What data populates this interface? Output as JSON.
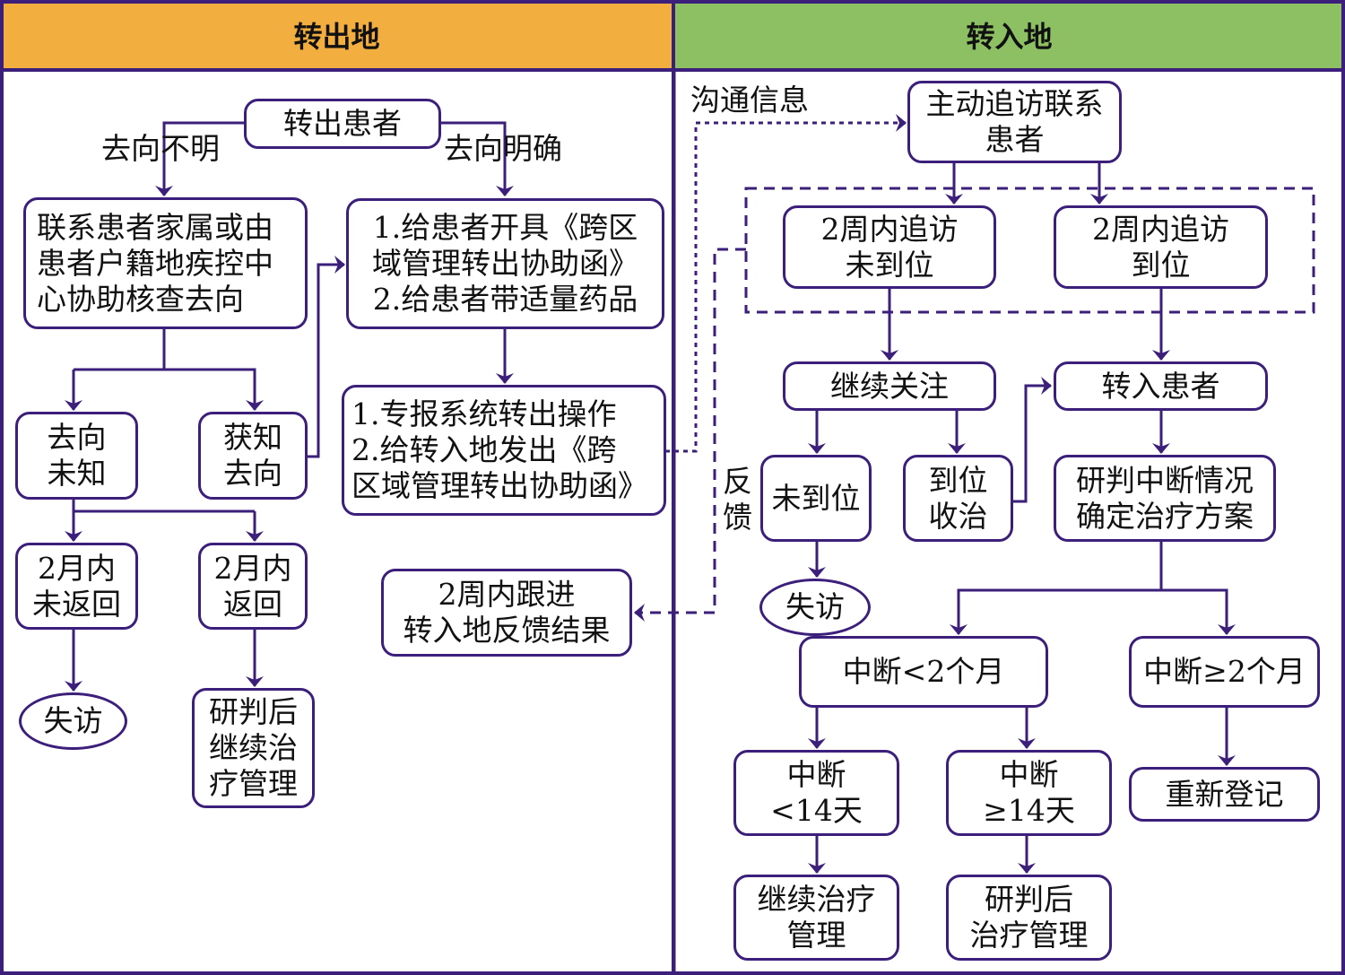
{
  "columns": {
    "left": {
      "title": "转出地",
      "color": "#f2ae3f"
    },
    "right": {
      "title": "转入地",
      "color": "#8cc063"
    }
  },
  "colors": {
    "line": "#3b1f7a",
    "border": "#3b1f7a"
  },
  "left": {
    "transfer_out_patient": "转出患者",
    "branch_unknown": "去向不明",
    "branch_known": "去向明确",
    "contact_family": "联系患者家属或由\n患者户籍地疾控中\n心协助核查去向",
    "issue_letter": "1.给患者开具《跨区\n域管理转出协助函》\n2.给患者带适量药品",
    "whereabouts_unknown": "去向\n未知",
    "whereabouts_found": "获知\n去向",
    "system_transfer": "1.专报系统转出操作\n2.给转入地发出《跨\n区域管理转出协助函》",
    "not_returned_2m": "2月内\n未返回",
    "returned_2m": "2月内\n返回",
    "lost_followup": "失访",
    "continue_after_review": "研判后\n继续治\n疗管理",
    "follow_feedback_2w": "2周内跟进\n转入地反馈结果"
  },
  "right": {
    "communicate_info": "沟通信息",
    "active_tracking": "主动追访联系\n患者",
    "not_arrived_2w": "2周内追访\n未到位",
    "arrived_2w": "2周内追访\n到位",
    "keep_watching": "继续关注",
    "transfer_in_patient": "转入患者",
    "feedback": "反\n馈",
    "not_arrived": "未到位",
    "arrived_treated": "到位\n收治",
    "assess_interruption": "研判中断情况\n确定治疗方案",
    "lost_followup": "失访",
    "interrupt_lt_2m": "中断<2个月",
    "interrupt_ge_2m": "中断≥2个月",
    "interrupt_lt_14d": "中断\n<14天",
    "interrupt_ge_14d": "中断\n≥14天",
    "re_register": "重新登记",
    "continue_treatment": "继续治疗\n管理",
    "treatment_after_review": "研判后\n治疗管理"
  }
}
